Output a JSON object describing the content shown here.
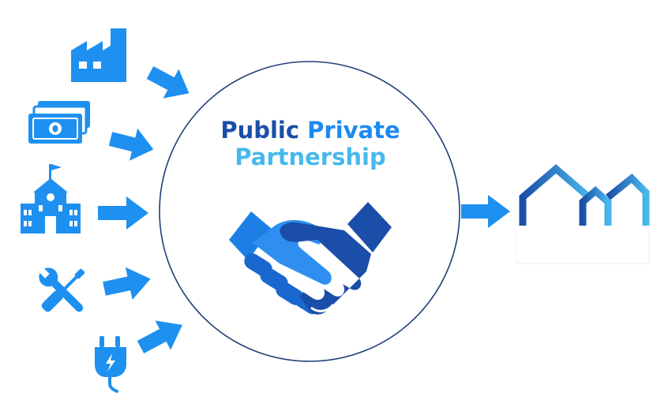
{
  "title": {
    "word_public": "Public",
    "word_private": "Private",
    "word_partnership": "Partnership"
  },
  "colors": {
    "dark_blue": "#1a4ea8",
    "mid_blue": "#1d8af0",
    "light_blue": "#48b8ec",
    "arrow_blue": "#1e90f0",
    "circle_stroke": "#1f3f7a"
  },
  "inputs": [
    {
      "icon": "factory-icon"
    },
    {
      "icon": "money-stack-icon"
    },
    {
      "icon": "school-building-icon"
    },
    {
      "icon": "wrench-screwdriver-icon"
    },
    {
      "icon": "power-plug-icon"
    }
  ],
  "center_icon": "handshake-icon",
  "output_icon": "houses-icon"
}
